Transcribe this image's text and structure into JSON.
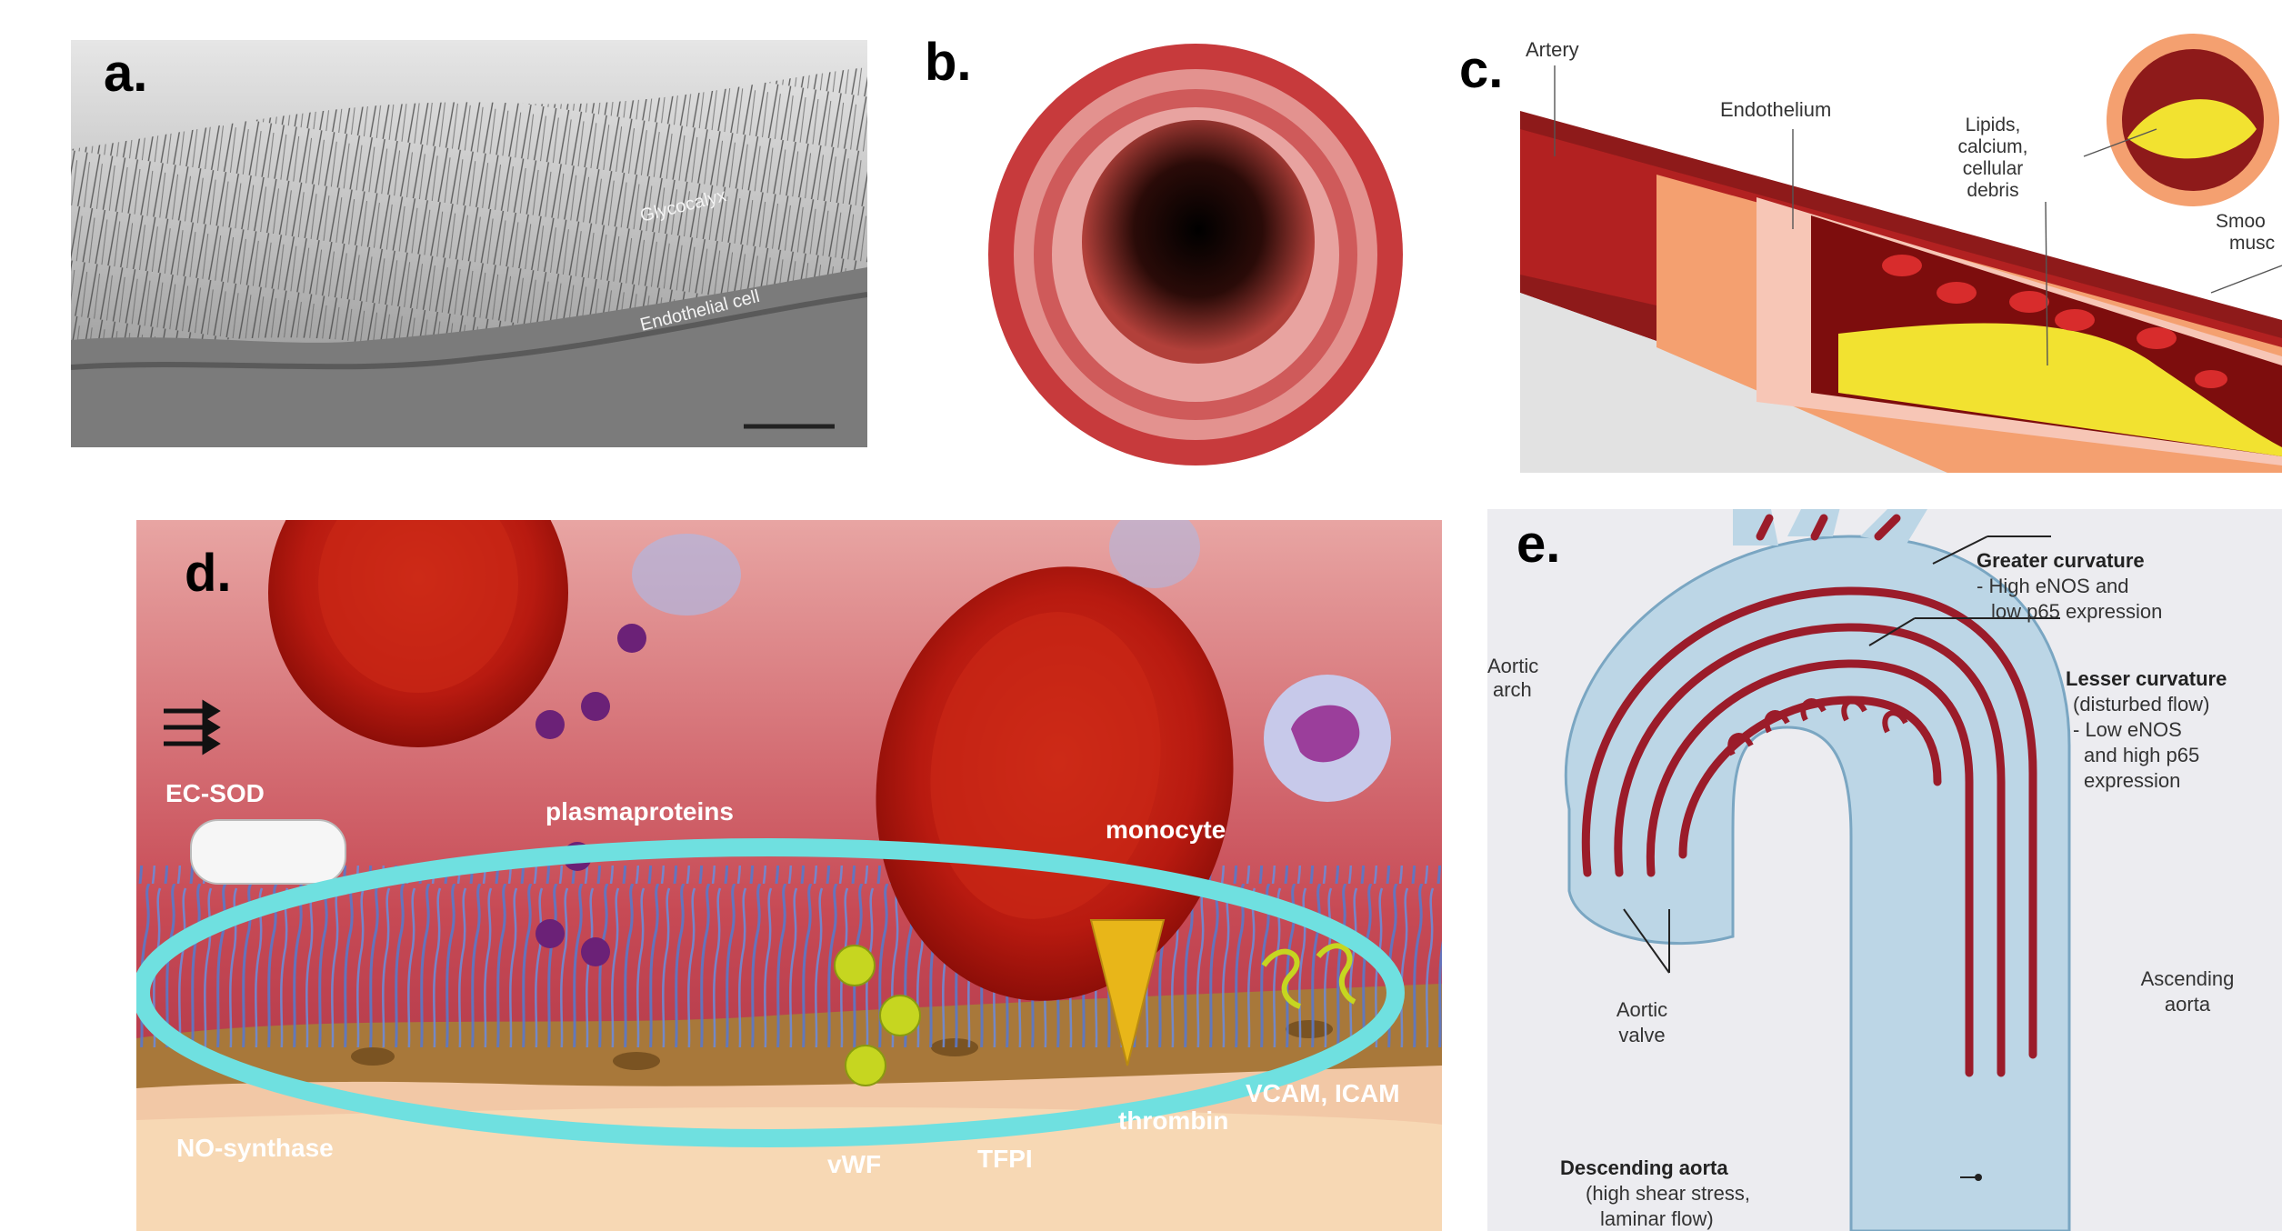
{
  "panels": {
    "a": {
      "label": "a.",
      "annotations": {
        "glycocalyx": "Glycocalyx",
        "endothelial_cell": "Endothelial cell"
      }
    },
    "b": {
      "label": "b."
    },
    "c": {
      "label": "c.",
      "annotations": {
        "artery": "Artery",
        "endothelium": "Endothelium",
        "lipids_1": "Lipids,",
        "lipids_2": "calcium,",
        "lipids_3": "cellular",
        "lipids_4": "debris",
        "smooth_1": "Smoo",
        "smooth_2": "musc"
      }
    },
    "d": {
      "label": "d.",
      "annotations": {
        "ec_sod": "EC-SOD",
        "plasmaproteins": "plasmaproteins",
        "monocyte": "monocyte",
        "no_synthase": "NO-synthase",
        "vwf": "vWF",
        "tfpi": "TFPI",
        "thrombin": "thrombin",
        "vcam_icam": "VCAM, ICAM"
      }
    },
    "e": {
      "label": "e.",
      "annotations": {
        "greater_title": "Greater curvature",
        "greater_1": "- High eNOS and",
        "greater_2": "low p65 expression",
        "lesser_title": "Lesser curvature",
        "lesser_1": "(disturbed flow)",
        "lesser_2": "- Low eNOS",
        "lesser_3": "and high p65",
        "lesser_4": "expression",
        "aortic_arch_1": "Aortic",
        "aortic_arch_2": "arch",
        "aortic_valve_1": "Aortic",
        "aortic_valve_2": "valve",
        "ascending_1": "Ascending",
        "ascending_2": "aorta",
        "descending_title": "Descending aorta",
        "descending_1": "(high shear stress,",
        "descending_2": "laminar flow)"
      }
    }
  },
  "colors": {
    "blood_red": "#b5121b",
    "vessel_pink": "#e8a3a0",
    "glycocalyx_blue": "#5a78c8",
    "highlight_cyan": "#6fe0e0",
    "aorta_blue": "#bcd6e6",
    "flow_red": "#9b1c2a"
  }
}
